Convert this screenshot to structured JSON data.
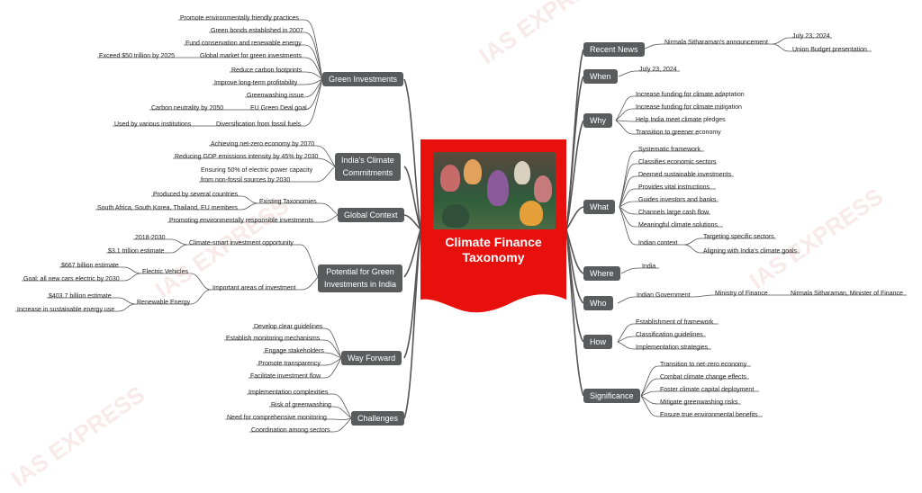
{
  "center": {
    "title_line1": "Climate Finance",
    "title_line2": "Taxonomy"
  },
  "colors": {
    "center_bg": "#e8100d",
    "hub_bg": "#595b5d",
    "line": "#555555"
  },
  "right": {
    "recent_news": {
      "label": "Recent News",
      "announcement": "Nirmala Sitharaman's announcement",
      "date": "July 23, 2024",
      "event": "Union Budget presentation"
    },
    "when": {
      "label": "When",
      "value": "July 23, 2024"
    },
    "why": {
      "label": "Why",
      "items": [
        "Increase funding for climate adaptation",
        "Increase funding for climate mitigation",
        "Help India meet climate pledges",
        "Transition to greener economy"
      ]
    },
    "what": {
      "label": "What",
      "items": [
        "Systematic framework",
        "Classifies economic sectors",
        "Deemed sustainable investments",
        "Provides vital instructions",
        "Guides investors and banks",
        "Channels large cash flow",
        "Meaningful climate solutions"
      ],
      "indian_context": "Indian context",
      "indian_context_items": [
        "Targeting specific sectors",
        "Aligning with India's climate goals"
      ]
    },
    "where": {
      "label": "Where",
      "value": "India"
    },
    "who": {
      "label": "Who",
      "value": "Indian Government",
      "ministry": "Ministry of Finance",
      "minister": "Nirmala Sitharaman, Minister of Finance"
    },
    "how": {
      "label": "How",
      "items": [
        "Establishment of framework",
        "Classification guidelines",
        "Implementation strategies"
      ]
    },
    "significance": {
      "label": "Significance",
      "items": [
        "Transition to net-zero economy",
        "Combat climate change effects",
        "Foster climate capital deployment",
        "Mitigate greenwashing risks",
        "Ensure true environmental benefits"
      ]
    }
  },
  "left": {
    "green_investments": {
      "label": "Green Investments",
      "items": [
        "Promote environmentally friendly practices",
        "Green bonds established in 2007",
        "Fund conservation and renewable energy",
        "Global market for green investments",
        "Reduce carbon footprints",
        "Improve long-term profitability",
        "Greenwashing issue",
        "EU Green Deal goal",
        "Diversification from fossil fuels"
      ],
      "global_market_sub": "Exceed $50 trillion by 2025",
      "eu_sub": "Carbon neutrality by 2050",
      "diversification_sub": "Used by various institutions"
    },
    "commitments": {
      "label_line1": "India's Climate",
      "label_line2": "Commitments",
      "items": [
        "Achieving net-zero economy by 2070",
        "Reducing GDP emissions intensity by 45% by 2030"
      ],
      "item3_line1": "Ensuring 50% of electric power capacity",
      "item3_line2": "from non-fossil sources by 2030"
    },
    "global_context": {
      "label": "Global Context",
      "existing": "Existing Taxonomies",
      "produced": "Produced by several countries",
      "countries": "South Africa, South Korea, Thailand, EU members",
      "promoting": "Promoting environmentally responsible investments"
    },
    "potential": {
      "label_line1": "Potential for Green",
      "label_line2": "Investments in India",
      "opportunity": "Climate-smart investment opportunity",
      "years": "2018-2030",
      "estimate": "$3.1 trillion estimate",
      "important": "Important areas of investment",
      "ev": "Electric Vehicles",
      "ev_estimate": "$667 billion estimate",
      "ev_goal": "Goal: all new cars electric by 2030",
      "renewable": "Renewable Energy",
      "re_estimate": "$403.7 billion estimate",
      "re_use": "Increase in sustainable energy use"
    },
    "way_forward": {
      "label": "Way Forward",
      "items": [
        "Develop clear guidelines",
        "Establish monitoring mechanisms",
        "Engage stakeholders",
        "Promote transparency",
        "Facilitate investment flow"
      ]
    },
    "challenges": {
      "label": "Challenges",
      "items": [
        "Implementation complexities",
        "Risk of greenwashing",
        "Need for comprehensive monitoring",
        "Coordination among sectors"
      ]
    }
  },
  "watermark": "IAS EXPRESS"
}
